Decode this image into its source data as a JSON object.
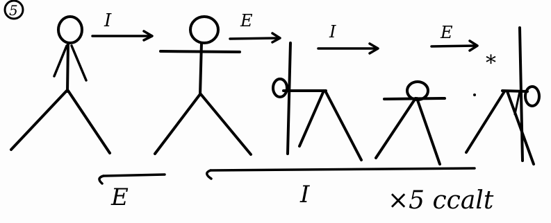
{
  "step_number": "5",
  "labels": {
    "arrow_1": "I",
    "arrow_2": "E",
    "arrow_3": "I",
    "arrow_4": "E",
    "return_e": "E",
    "return_i": "I",
    "repeat_note": "×5 ccalt",
    "asterisk": "*"
  }
}
